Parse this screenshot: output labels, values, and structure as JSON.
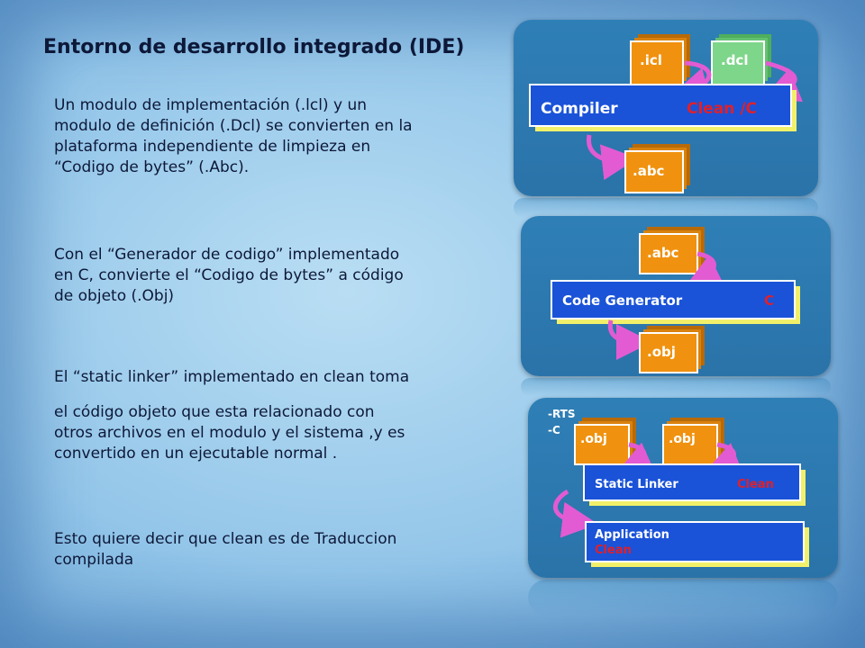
{
  "slide": {
    "title": "Entorno de desarrollo integrado (IDE)",
    "paragraphs": [
      [
        "Un modulo de implementación (.lcl) y un",
        "modulo de definición (.Dcl) se convierten en la",
        "plataforma independiente de limpieza en",
        "“Codigo de bytes” (.Abc)."
      ],
      [
        "Con el “Generador de codigo” implementado",
        "en C, convierte el “Codigo de bytes” a código",
        "de objeto (.Obj)"
      ],
      [
        "El “static linker” implementado en clean toma"
      ],
      [
        "el código objeto que esta relacionado con",
        "otros archivos en el modulo y el sistema ,y es",
        "convertido en un ejecutable normal ."
      ],
      [
        "Esto quiere decir que clean es de Traduccion",
        "compilada"
      ]
    ]
  },
  "diagrams": {
    "compiler": {
      "file_icl": ".icl",
      "file_dcl": ".dcl",
      "box_label": "Compiler",
      "box_lang": "Clean /C",
      "output_file": ".abc"
    },
    "code_generator": {
      "input_file": ".abc",
      "box_label": "Code Generator",
      "box_lang": "C",
      "output_file": ".obj"
    },
    "linker": {
      "rts_label": "-RTS",
      "c_label": "-C",
      "file_obj1": ".obj",
      "file_obj2": ".obj",
      "box_label": "Static Linker",
      "box_lang": "Clean",
      "output_line1": "Application",
      "output_line2": "Clean"
    }
  },
  "colors": {
    "title_text": "#0d1838",
    "panel_blue": "#2f7fb7",
    "box_blue": "#1a53d8",
    "box_shadow_yellow": "#f2f06a",
    "lang_red": "#e0202a",
    "file_orange": "#f0920f",
    "file_green": "#7ed68a",
    "arrow_pink": "#e25bd2"
  }
}
